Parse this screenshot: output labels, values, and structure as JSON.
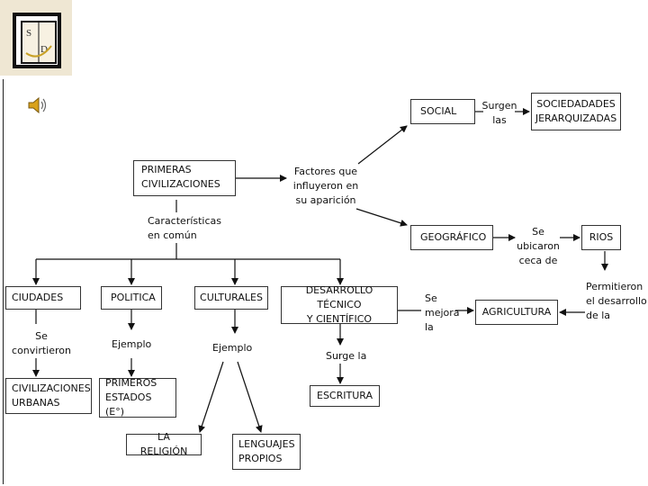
{
  "logo": {
    "letter_left": "S",
    "letter_right": "D"
  },
  "icons": {
    "speaker": "speaker-icon"
  },
  "nodes": {
    "primeras": "PRIMERAS\nCIVILIZACIONES",
    "social": "SOCIAL",
    "sociedades": "SOCIEDADADES\nJERARQUIZADAS",
    "geografico": "GEOGRÁFICO",
    "rios": "RIOS",
    "ciudades": "CIUDADES",
    "politica": "POLITICA",
    "culturales": "CULTURALES",
    "desarrollo": "DESARROLLO TÉCNICO\nY CIENTÍFICO",
    "agricultura": "AGRICULTURA",
    "civilizaciones": "CIVILIZACIONES\nURBANAS",
    "primeros_estados": "PRIMEROS\nESTADOS (E°)",
    "escritura": "ESCRITURA",
    "religion": "LA RELIGIÓN",
    "lenguajes": "LENGUAJES\nPROPIOS"
  },
  "labels": {
    "factores": "Factores que\ninfluyeron en\nsu aparición",
    "caracteristicas": "Características\nen común",
    "surgen_las": "Surgen\nlas",
    "se_ubicaron": "Se\nubicaron\nceca de",
    "permitieron": "Permitieron\nel desarrollo\nde la",
    "se_mejora": "Se\nmejora\nla",
    "se_convirtieron": "Se\nconvirtieron",
    "ejemplo_politica": "Ejemplo",
    "ejemplo_culturales": "Ejemplo",
    "surge_la": "Surge la"
  }
}
